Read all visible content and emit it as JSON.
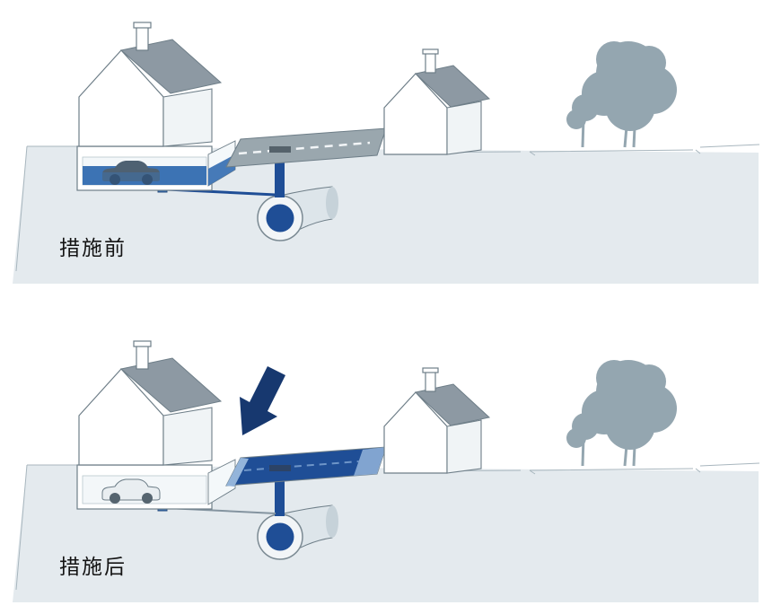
{
  "panels": [
    {
      "name": "before",
      "label": "措施前"
    },
    {
      "name": "after",
      "label": "措施后"
    }
  ],
  "colors": {
    "water": "#3c73b4",
    "water-dark": "#1f4e96",
    "water-light": "#93b4da",
    "roof": "#8d99a3",
    "street": "#9aa7ae",
    "ground": "#e4eaee",
    "outline": "#6e7e88",
    "tree": "#8fa2ac",
    "arrow": "#17386f",
    "car-dark": "#4e6172",
    "label": "#141414"
  }
}
